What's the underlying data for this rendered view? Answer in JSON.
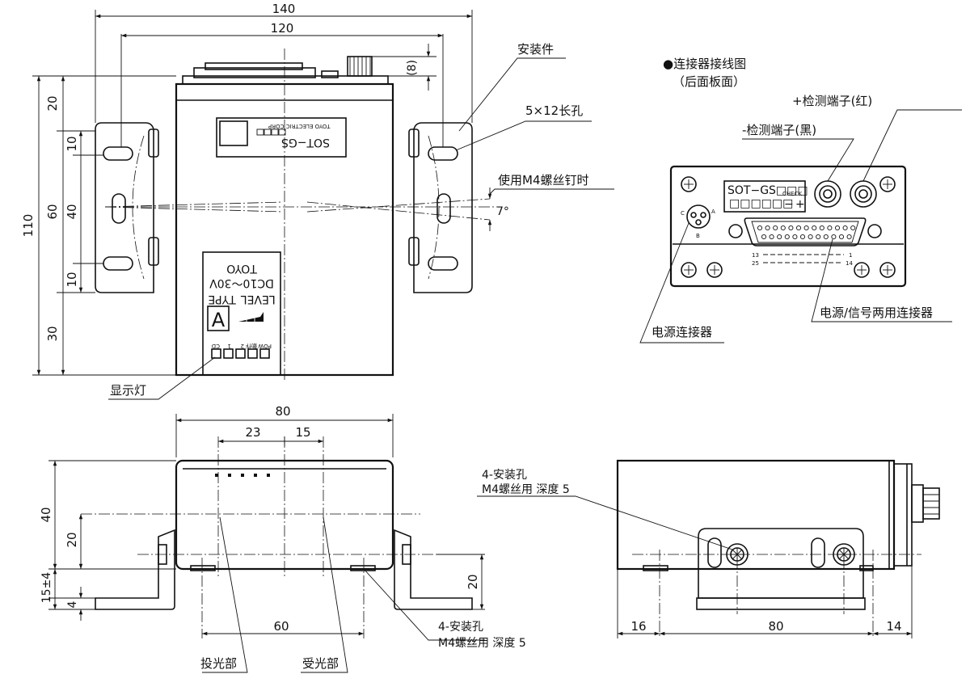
{
  "top_view": {
    "dims": {
      "w140": "140",
      "w120": "120",
      "h8": "(8)",
      "h110": "110",
      "h20": "20",
      "h60": "60",
      "h30": "30",
      "h10a": "10",
      "h40": "40",
      "h10b": "10",
      "a7": "7°"
    },
    "label_plate": {
      "model": "SOT−GS",
      "maker": "TOYO ELECTRIC CORP"
    },
    "panel": {
      "brand": "TOYO",
      "voltage": "DC10～30V",
      "level": "LEVEL",
      "type": "TYPE",
      "type_letter": "A",
      "led_labels": [
        "POW",
        "動作",
        "2",
        "1",
        "CD"
      ]
    },
    "callouts": {
      "bracket": "安装件",
      "slot": "5×12长孔",
      "screw": "使用M4螺丝钉时",
      "indicator": "显示灯"
    }
  },
  "rear_view": {
    "title": "●连接器接线图",
    "subtitle": "（后面板面）",
    "plus": "+检测端子(红)",
    "minus": "-检测端子(黑)",
    "model": "SOT−GS□□□",
    "check": "CHECK",
    "boxes": "□□□□□□",
    "minus_sign": "−",
    "plus_sign": "+",
    "pins": {
      "p13": "13",
      "p1": "1",
      "p25": "25",
      "p14": "14"
    },
    "circ": {
      "c": "C",
      "a": "A",
      "b": "B"
    },
    "power_conn": "电源连接器",
    "signal_conn": "电源/信号两用连接器"
  },
  "front_view": {
    "dims": {
      "w80": "80",
      "w23": "23",
      "w15": "15",
      "w60": "60",
      "h40": "40",
      "h20": "20",
      "h15": "15±4",
      "h4": "4",
      "h20r": "20"
    },
    "callouts": {
      "holes1": "4-安装孔",
      "holes2": "M4螺丝用 深度 5",
      "emit": "投光部",
      "recv": "受光部"
    }
  },
  "side_view": {
    "dims": {
      "w16": "16",
      "w80": "80",
      "w14": "14"
    },
    "callouts": {
      "holes1": "4-安装孔",
      "holes2": "M4螺丝用 深度 5"
    }
  }
}
